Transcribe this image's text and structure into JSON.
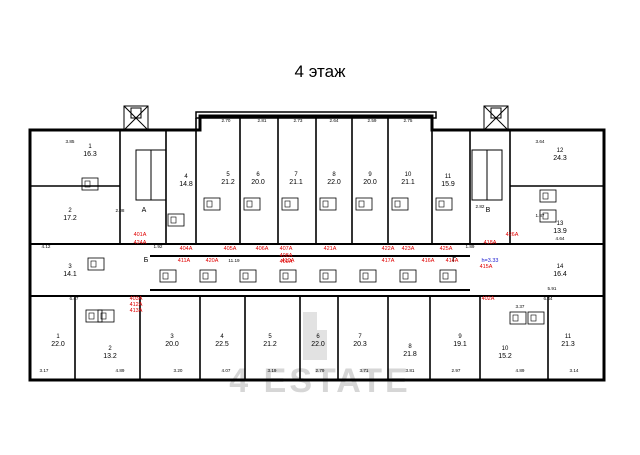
{
  "title": "4 этаж",
  "watermark": "4 ESTATE",
  "colors": {
    "wall": "#000000",
    "red_label": "#e00000",
    "blue_label": "#1a1ad0",
    "watermark": "#d0d0d0"
  },
  "stair_labels": [
    {
      "label": "А"
    },
    {
      "label": "В"
    },
    {
      "label": "Б"
    },
    {
      "label": "Г"
    }
  ],
  "red_labels": [
    "401А",
    "424А",
    "404А",
    "405А",
    "406А",
    "407А",
    "408А",
    "409А",
    "410А",
    "411А",
    "420А",
    "421А",
    "422А",
    "423А",
    "425А",
    "418А",
    "417А",
    "416А",
    "414А",
    "415А",
    "402А",
    "403А",
    "412А",
    "413А",
    "426А"
  ],
  "blue_labels": [
    "h=3.33"
  ],
  "rooms_top": [
    {
      "num": "1",
      "area": "16.3"
    },
    {
      "num": "2",
      "area": "17.2"
    },
    {
      "num": "3",
      "area": "14.1"
    },
    {
      "num": "4",
      "area": "14.8"
    },
    {
      "num": "5",
      "area": "21.2"
    },
    {
      "num": "6",
      "area": "20.0"
    },
    {
      "num": "7",
      "area": "21.1"
    },
    {
      "num": "8",
      "area": "22.0"
    },
    {
      "num": "9",
      "area": "20.0"
    },
    {
      "num": "10",
      "area": "21.1"
    },
    {
      "num": "11",
      "area": "15.9"
    },
    {
      "num": "12",
      "area": "24.3"
    },
    {
      "num": "13",
      "area": "13.9"
    },
    {
      "num": "14",
      "area": "16.4"
    }
  ],
  "rooms_bottom": [
    {
      "num": "1",
      "area": "22.0"
    },
    {
      "num": "2",
      "area": "13.2"
    },
    {
      "num": "3",
      "area": "20.0"
    },
    {
      "num": "4",
      "area": "22.5"
    },
    {
      "num": "5",
      "area": "21.2"
    },
    {
      "num": "6",
      "area": "22.0"
    },
    {
      "num": "7",
      "area": "20.3"
    },
    {
      "num": "8",
      "area": "21.8"
    },
    {
      "num": "9",
      "area": "19.1"
    },
    {
      "num": "10",
      "area": "15.2"
    },
    {
      "num": "11",
      "area": "21.3"
    }
  ],
  "dims_top": [
    "2.70",
    "2.81",
    "2.73",
    "2.64",
    "2.59",
    "2.75",
    "3.85",
    "3.64",
    "2.08",
    "2.82"
  ],
  "dims_bottom": [
    "3.17",
    "4.89",
    "3.20",
    "4.07",
    "3.19",
    "2.79",
    "3.71",
    "3.81",
    "2.97",
    "4.89",
    "3.14"
  ],
  "dims_mid": [
    "6.47",
    "6.44",
    "3.37",
    "4.12",
    "4.64",
    "5.91",
    "1.92",
    "11.19",
    "1.89",
    "1.87"
  ]
}
